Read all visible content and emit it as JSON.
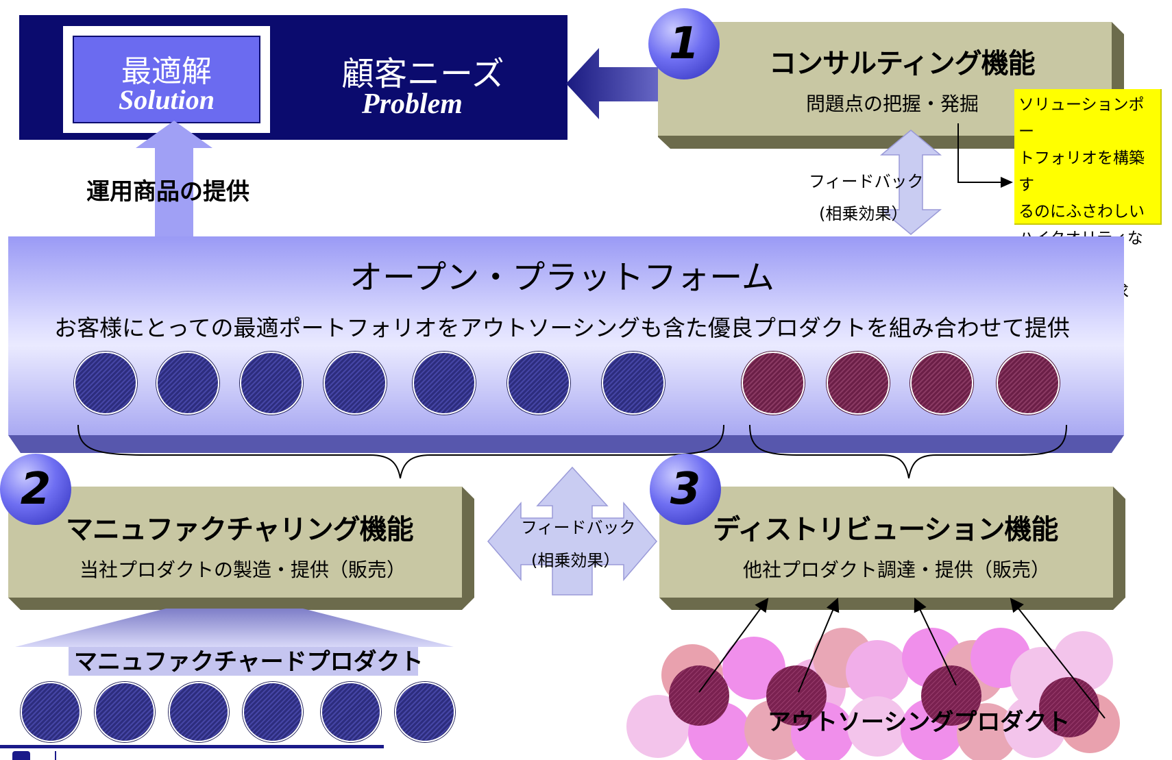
{
  "solution": {
    "jp": "最適解",
    "en": "Solution"
  },
  "problem": {
    "jp": "顧客ニーズ",
    "en": "Problem"
  },
  "provide_label": "運用商品の提供",
  "consulting": {
    "number": "1",
    "title": "コンサルティング機能",
    "subtitle": "問題点の把握・発掘"
  },
  "callout_lines": [
    "ソリューションポー",
    "トフォリオを構築す",
    "るのにふさわしい",
    "ハイクオリティなプ",
    "ロダクトを要求"
  ],
  "feedback_top": {
    "line1": "フィードバック",
    "line2": "(相乗効果）"
  },
  "platform": {
    "title": "オープン・プラットフォーム",
    "description": "お客様にとっての最適ポートフォリオをアウトソーシングも含た優良プロダクトを組み合わせて提供"
  },
  "platform_products": {
    "own_count": 7,
    "outsourced_count": 4
  },
  "manufacturing": {
    "number": "2",
    "title": "マニュファクチャリング機能",
    "subtitle": "当社プロダクトの製造・提供（販売）"
  },
  "feedback_mid": {
    "line1": "フィードバック",
    "line2": "(相乗効果）"
  },
  "distribution": {
    "number": "3",
    "title": "ディストリビューション機能",
    "subtitle": "他社プロダクト調達・提供（販売）"
  },
  "manufactured_products_label": "マニュファクチャードプロダクト",
  "manufactured_products_count": 6,
  "outsourcing_products_label": "アウトソーシングプロダクト",
  "colors": {
    "navy": "#0b0b6e",
    "khaki": "#c8c7a3",
    "platform": "#9a9af5",
    "callout": "#ffff00",
    "own_product": "#2d2d7e",
    "outsourced_product": "#6b1f47"
  }
}
